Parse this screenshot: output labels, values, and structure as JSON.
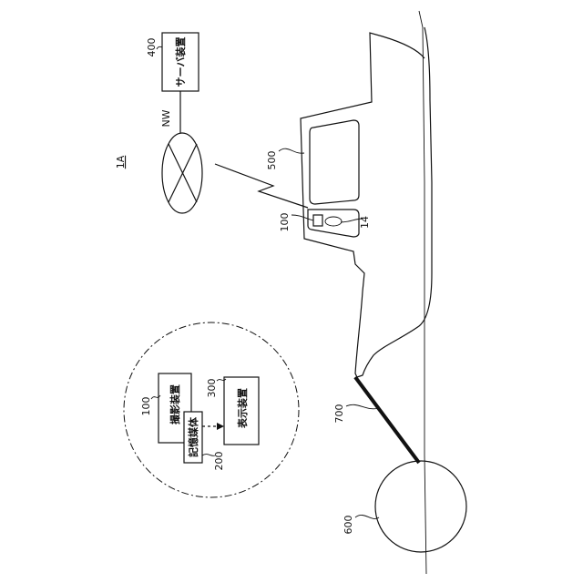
{
  "figure_label": "1A",
  "server": {
    "ref": "400",
    "label": "サーバ装置"
  },
  "network": {
    "ref": "NW"
  },
  "vehicle": {
    "ref": "500"
  },
  "camera_in_vehicle": {
    "ref": "100",
    "sub_ref": "14"
  },
  "cable": {
    "ref": "700"
  },
  "external_object": {
    "ref": "600"
  },
  "inset": {
    "camera": {
      "ref": "100",
      "label": "撮影装置"
    },
    "storage": {
      "ref": "200",
      "label": "記憶媒体"
    },
    "display": {
      "ref": "300",
      "label": "表示装置"
    }
  }
}
